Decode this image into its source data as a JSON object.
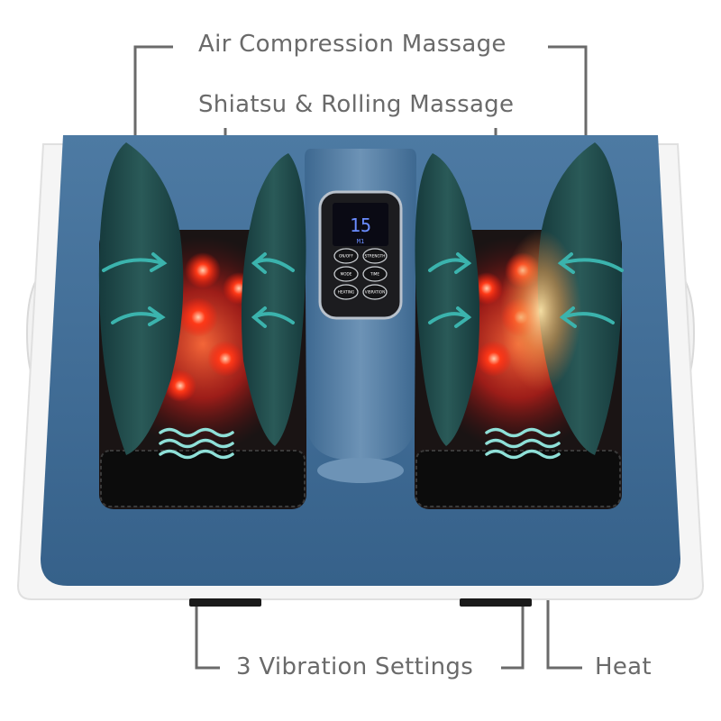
{
  "callouts": {
    "air_compression": "Air Compression Massage",
    "shiatsu_rolling": "Shiatsu & Rolling Massage",
    "vibration": "3 Vibration Settings",
    "heat": "Heat"
  },
  "control_panel": {
    "display_value": "15",
    "display_mode": "M1",
    "buttons": [
      "ON/OFF",
      "STRENGTH",
      "MODE",
      "TIME",
      "HEATING",
      "VIBRATION"
    ]
  },
  "colors": {
    "body_blue": "#3f6c95",
    "cushion_green": "#1f4a4a",
    "heat_red": "#ff2a10",
    "arrow_teal": "#3bb3ad",
    "line_gray": "#6a6a6a"
  }
}
